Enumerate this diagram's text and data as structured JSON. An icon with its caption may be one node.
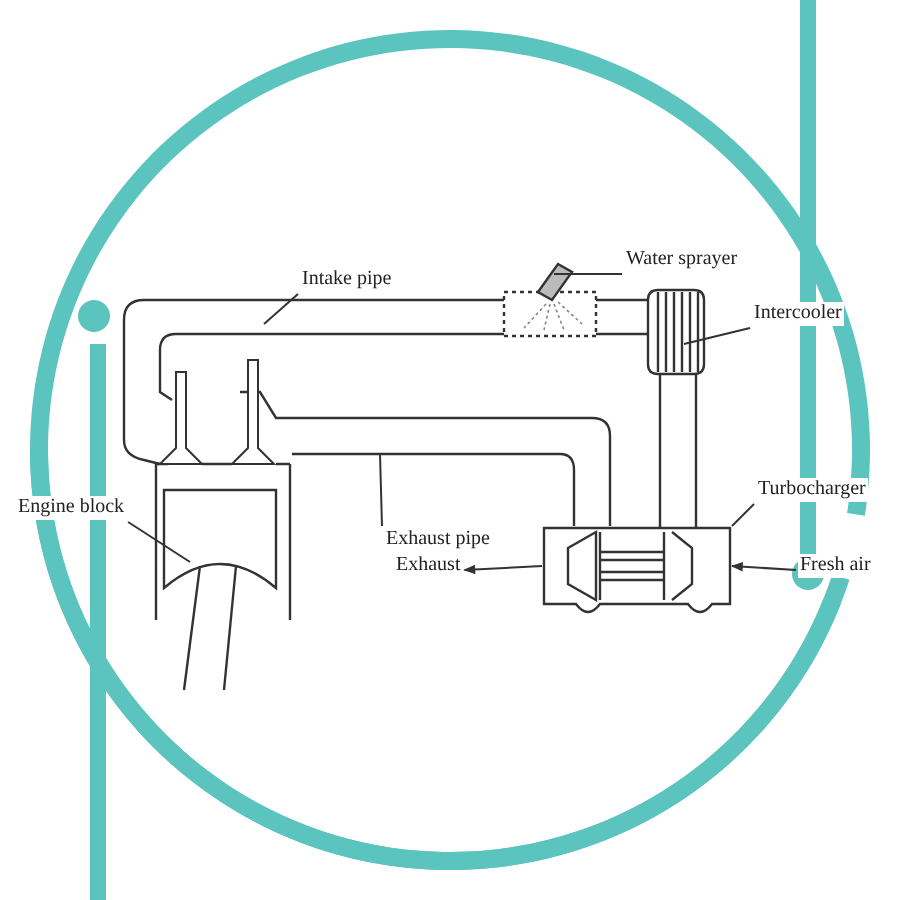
{
  "diagram": {
    "nodes": [
      {
        "text": [
          "Intake pipe"
        ]
      },
      {
        "text": [
          "Water sprayer"
        ]
      },
      {
        "text": [
          "Intercooler"
        ]
      },
      {
        "text": [
          "Turbocharger"
        ]
      },
      {
        "text": [
          "Exhaust pipe"
        ]
      },
      {
        "text": [
          "Engine block"
        ]
      },
      {
        "text": [
          "Exhaust"
        ]
      },
      {
        "text": [
          "Fresh air"
        ]
      },
      {
        "text": [],
        "shape": "picture"
      },
      {
        "text": [],
        "shape": "picture"
      },
      {
        "text": [],
        "shape": "picture"
      },
      {
        "text": [],
        "shape": "picture"
      },
      {
        "text": [],
        "shape": "picture"
      },
      {
        "text": [],
        "shape": "picture"
      }
    ],
    "edges": [
      {
        "from": 0,
        "to": 8,
        "arrow": "none"
      },
      {
        "from": 1,
        "to": 9,
        "arrow": "none"
      },
      {
        "from": 2,
        "to": 10,
        "arrow": "none"
      },
      {
        "from": 3,
        "to": 11,
        "arrow": "none"
      },
      {
        "from": 4,
        "to": 12,
        "arrow": "none"
      },
      {
        "from": 5,
        "to": 13,
        "arrow": "none"
      },
      {
        "from": 11,
        "to": 6,
        "arrow": "to"
      },
      {
        "from": 7,
        "to": 11,
        "arrow": "to"
      }
    ]
  }
}
